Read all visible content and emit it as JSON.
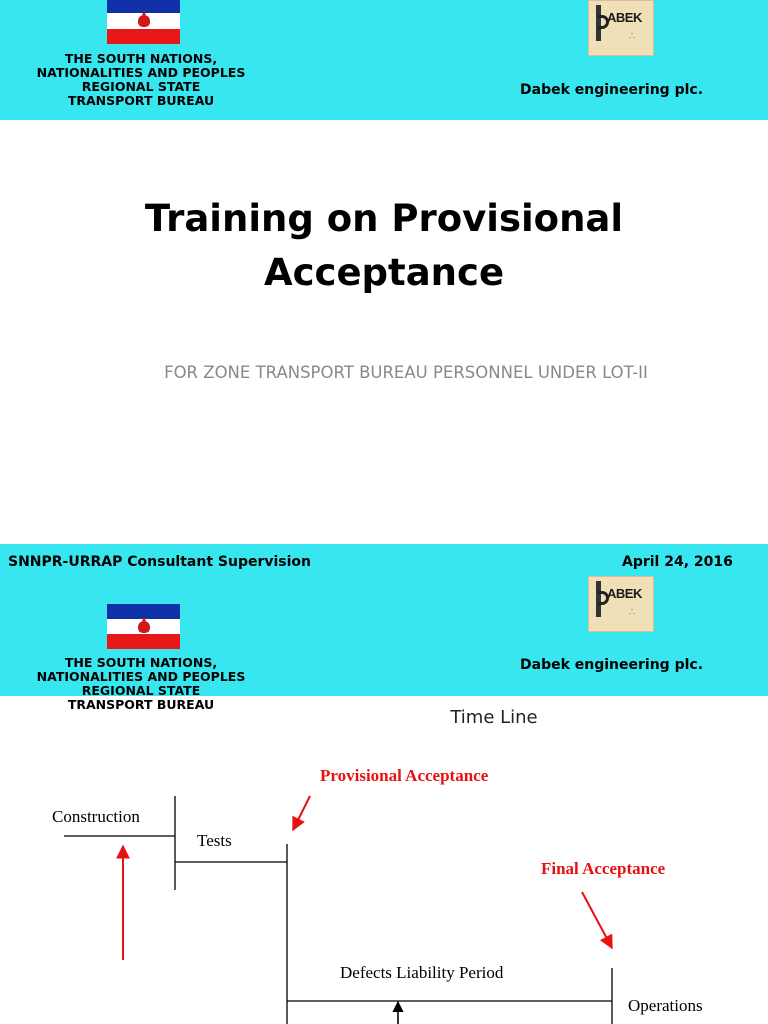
{
  "header": {
    "bureau_name": "THE SOUTH NATIONS,\nNATIONALITIES AND PEOPLES\nREGIONAL STATE\nTRANSPORT BUREAU",
    "company_name": "Dabek engineering plc.",
    "logo_text": "ABEK",
    "background_color": "#38e6f0"
  },
  "slide1": {
    "title": "Training on Provisional\nAcceptance",
    "subtitle": "FOR ZONE TRANSPORT BUREAU  PERSONNEL UNDER LOT-II"
  },
  "slide2": {
    "top_left": "SNNPR-URRAP Consultant Supervision",
    "top_right": "April 24, 2016",
    "timeline_title": "Time Line",
    "labels": {
      "construction": "Construction",
      "tests": "Tests",
      "provisional_acceptance": "Provisional Acceptance",
      "final_acceptance": "Final Acceptance",
      "defects_liability_period": "Defects Liability Period",
      "operations": "Operations"
    },
    "accent_color": "#e81010"
  }
}
